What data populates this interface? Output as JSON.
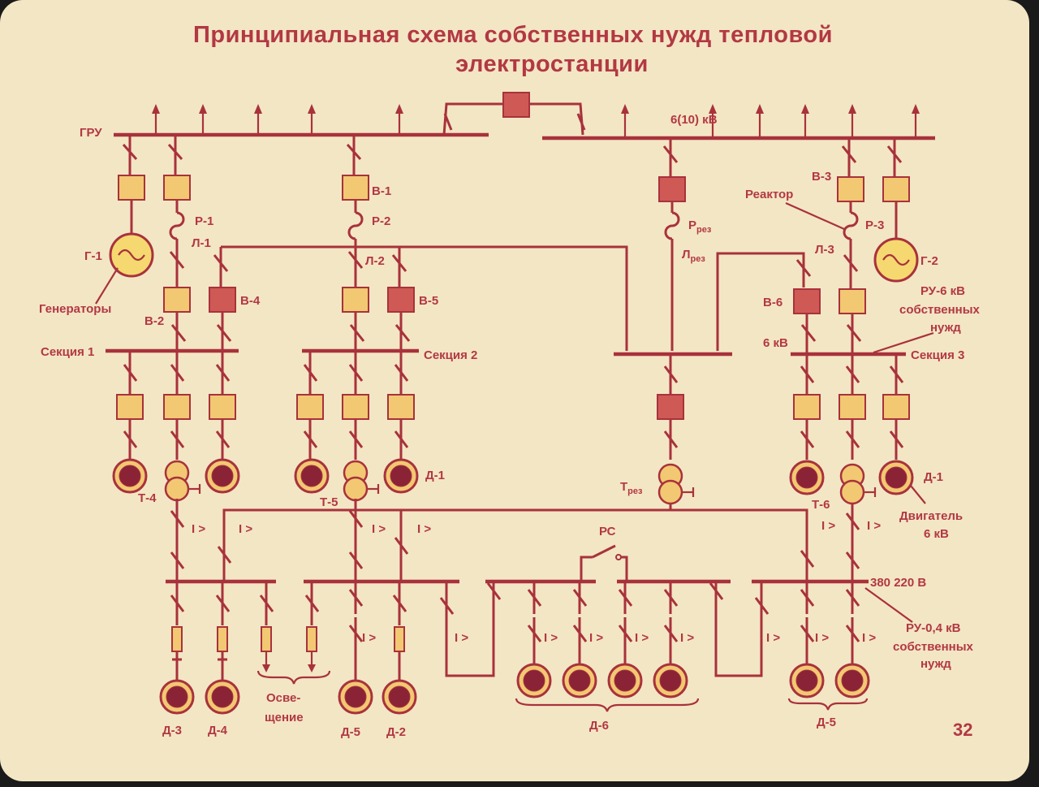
{
  "title": {
    "line1": "Принципиальная схема собственных нужд тепловой",
    "line2": "электростанции"
  },
  "labels": {
    "gru": "ГРУ",
    "bus_voltage": "6(10) кВ",
    "g1": "Г-1",
    "g2": "Г-2",
    "generators": "Генераторы",
    "v1": "В-1",
    "v2": "В-2",
    "v3": "В-3",
    "v4": "В-4",
    "v5": "В-5",
    "v6": "В-6",
    "r1": "Р-1",
    "r2": "Р-2",
    "r3": "Р-3",
    "l1": "Л-1",
    "l2": "Л-2",
    "l3": "Л-3",
    "r_rez": "Р",
    "l_rez": "Л",
    "rez_sub": "рез",
    "reactor": "Реактор",
    "ru6_l1": "РУ-6 кВ",
    "ru6_l2": "собственных",
    "ru6_l3": "нужд",
    "kv6": "6 кВ",
    "section1": "Секция 1",
    "section2": "Секция 2",
    "section3": "Секция 3",
    "t4": "Т-4",
    "t5": "Т-5",
    "t6": "Т-6",
    "t_rez": "Т",
    "d1a": "Д-1",
    "d1b": "Д-1",
    "motor6_l1": "Двигатель",
    "motor6_l2": "6 кВ",
    "rs": "РС",
    "v380": "380 220 В",
    "ru04_l1": "РУ-0,4 кВ",
    "ru04_l2": "собственных",
    "ru04_l3": "нужд",
    "d3": "Д-3",
    "d4": "Д-4",
    "light_l1": "Осве-",
    "light_l2": "щение",
    "d5a": "Д-5",
    "d2": "Д-2",
    "d6": "Д-6",
    "d5b": "Д-5",
    "relay": "I >",
    "page": "32"
  },
  "colors": {
    "background": "#f3e6c4",
    "line": "#a8323c",
    "breaker": "#f2c872",
    "breaker_dark": "#cf5a55",
    "motor_core": "#8a2336"
  }
}
